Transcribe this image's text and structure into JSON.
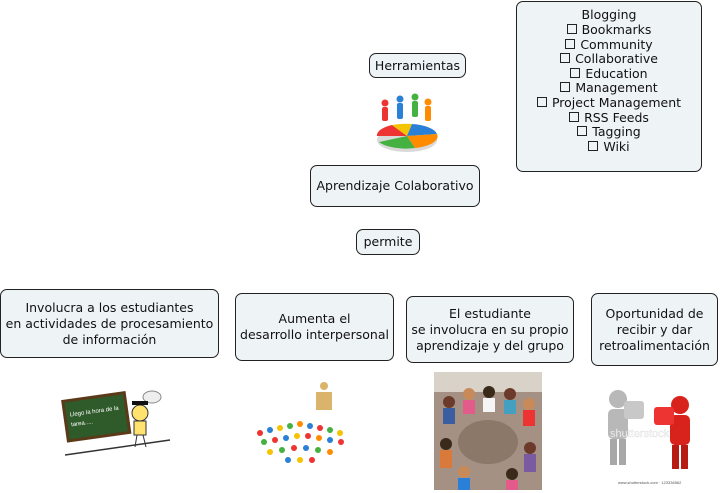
{
  "nodes": {
    "herramientas": "Herramientas",
    "central": "Aprendizaje Colaborativo",
    "permite": "permite",
    "tools_title": "Blogging",
    "tools": [
      "Bookmarks",
      "Community",
      "Collaborative",
      "Education",
      "Management",
      "Project Management",
      "RSS Feeds",
      "Tagging",
      "Wiki"
    ],
    "involucra": "Involucra a los estudiantes\nen actividades de procesamiento\nde información",
    "aumenta": "Aumenta el\ndesarrollo interpersonal",
    "estudiante": "El estudiante\nse involucra en su propio\naprendizaje y del grupo",
    "oportunidad": "Oportunidad de\nrecibir y dar\nretroalimentación"
  },
  "images": {
    "chalkboard_text": "Llego la hora de la tarea.....",
    "watermark": "shutterstock",
    "watermark_url": "www.shutterstock.com · 123336562"
  },
  "colors": {
    "node_fill": "#eef3f6",
    "border": "#222222",
    "chalkboard": "#2f5a2a"
  }
}
